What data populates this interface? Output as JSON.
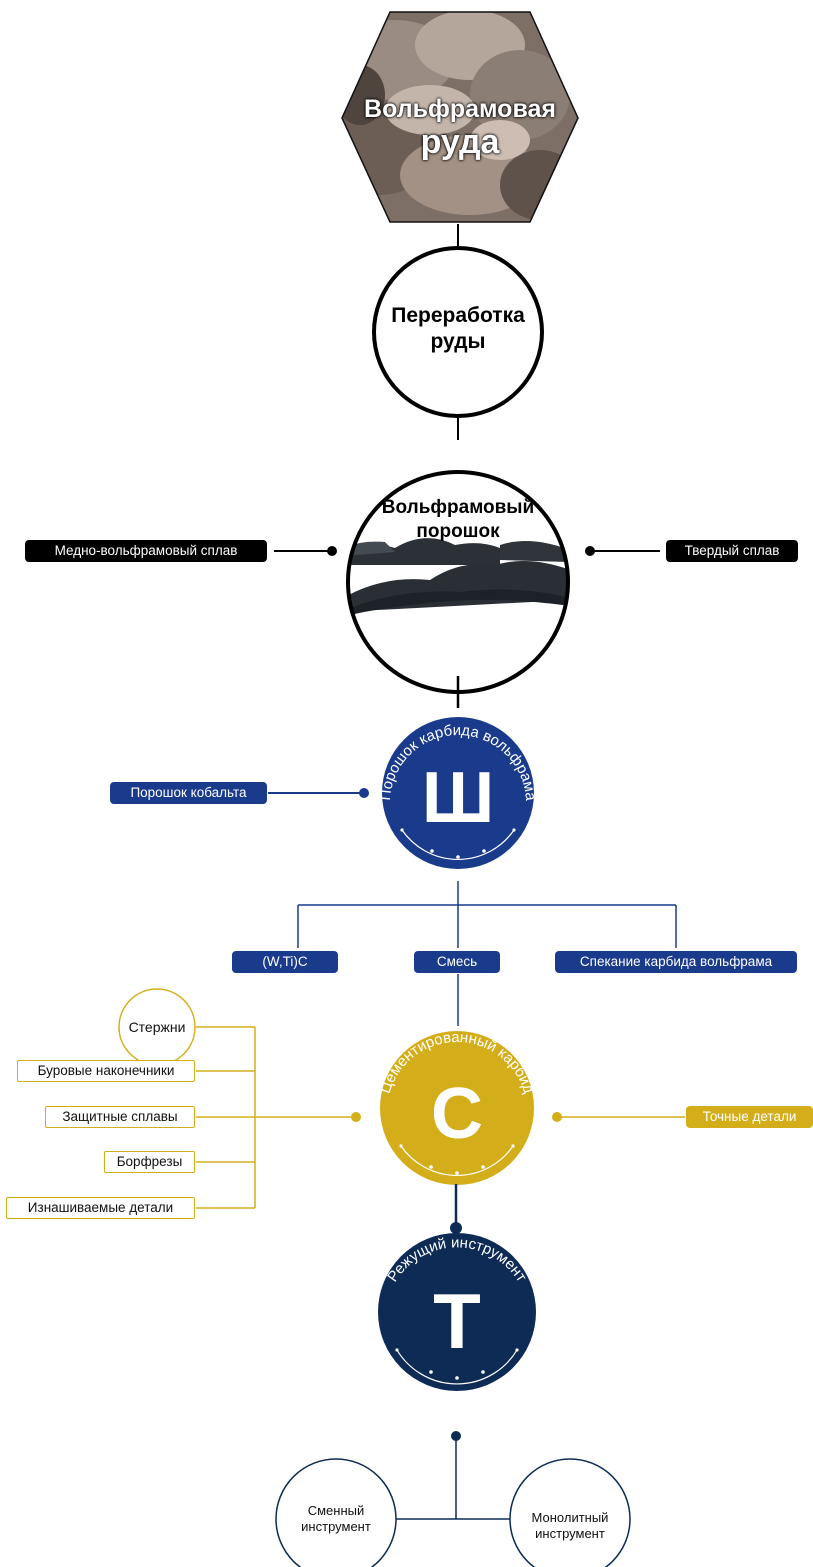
{
  "nodes": {
    "ore": {
      "line1": "Вольфрамовая",
      "line2": "руда"
    },
    "processing": {
      "line1": "Переработка",
      "line2": "руды"
    },
    "powder": {
      "line1": "Вольфрамовый",
      "line2": "порошок"
    },
    "wc_powder": {
      "arc": "Порошок карбида вольфрама",
      "letter": "Ш"
    },
    "cemented": {
      "arc": "Цементированный карбид",
      "letter": "С"
    },
    "cutting": {
      "arc": "Режущий инструмент",
      "letter": "Т"
    }
  },
  "side_labels": {
    "copper_tungsten": "Медно-вольфрамовый сплав",
    "hard_alloy": "Твердый сплав",
    "cobalt": "Порошок кобальта",
    "precision": "Точные детали"
  },
  "wc_branches": [
    "(W,Ti)C",
    "Смесь",
    "Спекание карбида вольфрама"
  ],
  "applications": {
    "rods": "Стержни",
    "items": [
      "Буровые наконечники",
      "Защитные сплавы",
      "Борфрезы",
      "Изнашиваемые детали"
    ]
  },
  "tools": {
    "replaceable": [
      "Сменный",
      "инструмент"
    ],
    "solid": [
      "Монолитный",
      "инструмент"
    ]
  },
  "colors": {
    "blue": "#1a3a8c",
    "gold": "#d4ae1a",
    "navy": "#0d2b55",
    "black": "#000000"
  }
}
